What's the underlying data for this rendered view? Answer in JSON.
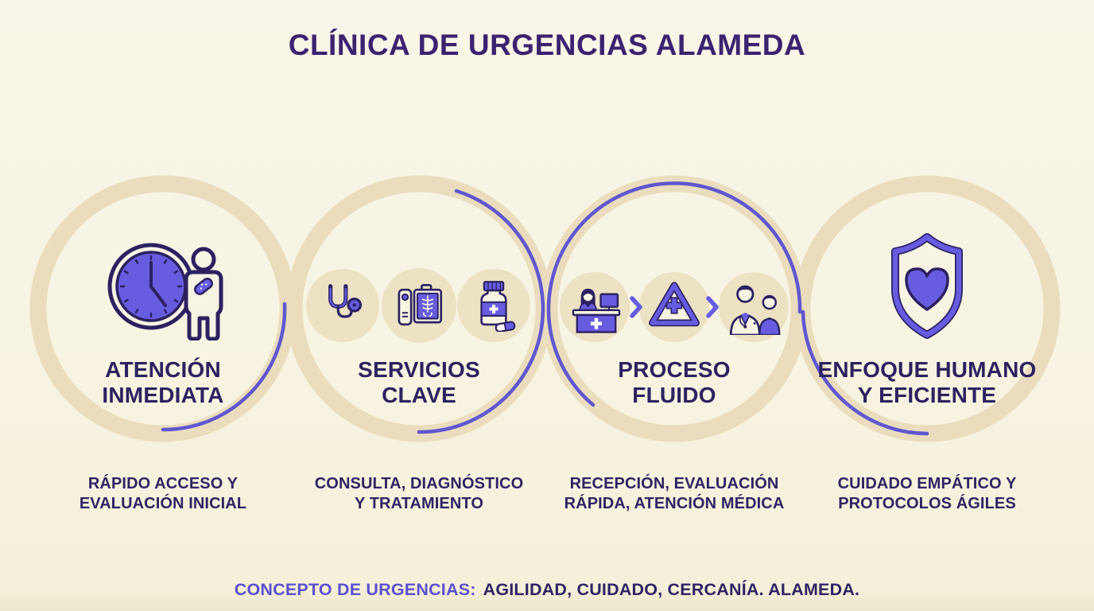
{
  "title": "CLÍNICA DE URGENCIAS ALAMEDA",
  "steps": [
    {
      "label_lines": [
        "ATENCIÓN",
        "INMEDIATA"
      ],
      "desc_lines": [
        "RÁPIDO ACCESO Y",
        "EVALUACIÓN INICIAL"
      ],
      "icons": [
        "clock-patient"
      ]
    },
    {
      "label_lines": [
        "SERVICIOS",
        "CLAVE"
      ],
      "desc_lines": [
        "CONSULTA, DIAGNÓSTICO",
        "Y TRATAMIENTO"
      ],
      "icons": [
        "stethoscope",
        "xray-monitor",
        "medicine-bottle"
      ]
    },
    {
      "label_lines": [
        "PROCESO",
        "FLUIDO"
      ],
      "desc_lines": [
        "RECEPCIÓN, EVALUACIÓN",
        "RÁPIDA, ATENCIÓN MÉDICA"
      ],
      "icons": [
        "reception-desk",
        "triage-triangle",
        "doctor-patient"
      ]
    },
    {
      "label_lines": [
        "ENFOQUE HUMANO",
        "Y EFICIENTE"
      ],
      "desc_lines": [
        "CUIDADO EMPÁTICO Y",
        "PROTOCOLOS ÁGILES"
      ],
      "icons": [
        "shield-heart"
      ]
    }
  ],
  "footer": {
    "label": "CONCEPTO DE URGENCIAS:",
    "text": "AGILIDAD, CUIDADO, CERCANÍA. ALAMEDA."
  },
  "colors": {
    "background_cream": "#f8f4e2",
    "ring_beige": "#e9ddbe",
    "icon_plate_beige": "#ece2c4",
    "accent_purple": "#675ce0",
    "flow_line_purple": "#6156cf",
    "outline_navy": "#2b2161",
    "title_indigo": "#3b2370",
    "text_navy": "#2e2463",
    "footer_label_purple": "#5b50cf"
  }
}
